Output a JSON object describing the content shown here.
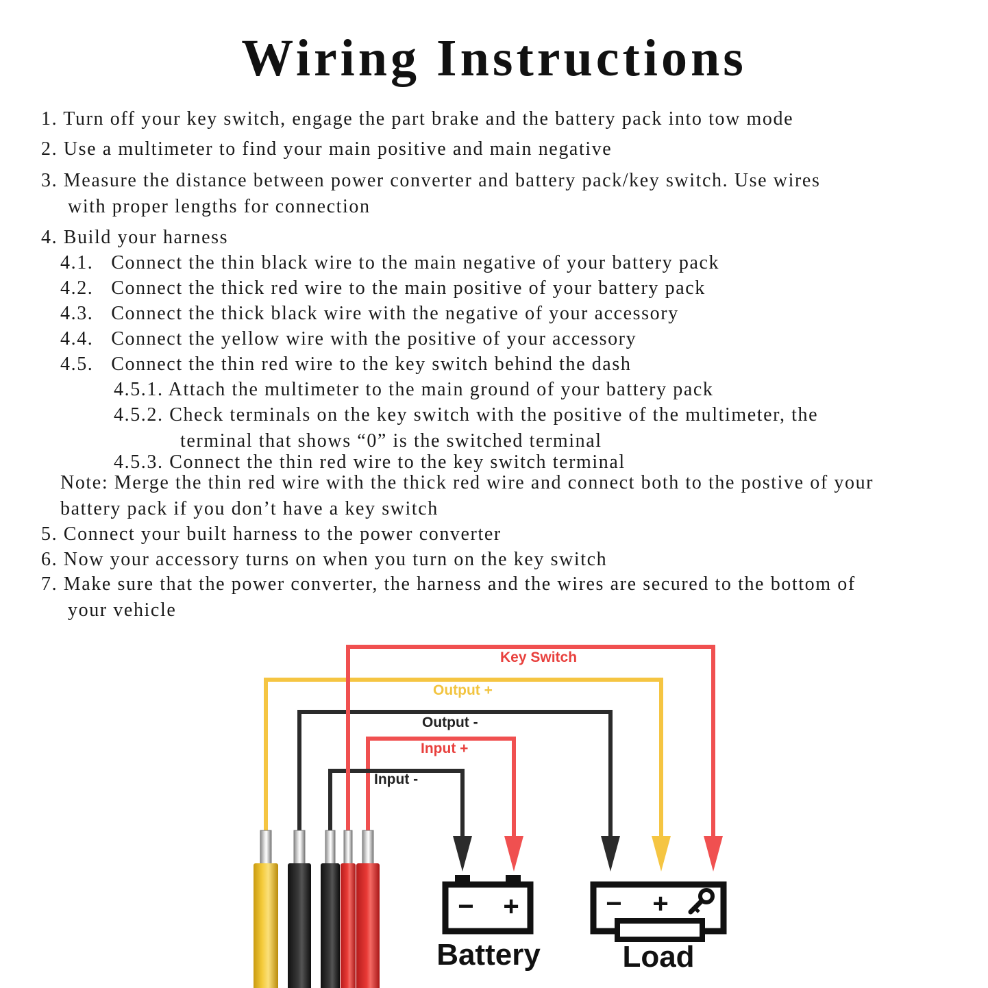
{
  "title": "Wiring Instructions",
  "steps": {
    "s1": "1. Turn off your key switch, engage the part brake and the battery pack into tow mode",
    "s2": "2. Use a multimeter to find your main positive and main negative",
    "s3a": "3. Measure the distance between power converter and battery pack/key switch. Use wires",
    "s3b": "with proper lengths for connection",
    "s4": "4. Build your harness",
    "s41": "4.1.   Connect the thin black wire to the main negative of your battery pack",
    "s42": "4.2.   Connect the thick red wire to the main positive of your battery pack",
    "s43": "4.3.   Connect the thick black wire with the negative of your accessory",
    "s44": "4.4.   Connect the yellow wire with the positive of your accessory",
    "s45": "4.5.   Connect the thin red wire to the key switch behind the dash",
    "s451": "4.5.1. Attach the multimeter to the main ground of your battery pack",
    "s452a": "4.5.2. Check terminals on the key switch with the positive of the multimeter, the",
    "s452b": "terminal that shows “0” is the switched terminal",
    "s453": "4.5.3. Connect the thin red wire to the key switch terminal",
    "note_a": "Note: Merge the thin red wire with the thick red wire and connect both to the postive of your",
    "note_b": "battery pack if you don’t have a key switch",
    "s5": "5. Connect your built harness to the power converter",
    "s6": "6. Now your accessory turns on when you turn on the key switch",
    "s7a": "7. Make sure that the power converter, the harness and the wires are secured to the bottom of",
    "s7b": "your vehicle"
  },
  "diagram": {
    "wires": {
      "key_switch": "Key Switch",
      "output_pos": "Output +",
      "output_neg": "Output -",
      "input_pos": "Input +",
      "input_neg": "Input -"
    },
    "battery": {
      "label": "Battery",
      "minus": "−",
      "plus": "+"
    },
    "load": {
      "label": "Load",
      "minus": "−",
      "plus": "+"
    },
    "colors": {
      "red": "#f05050",
      "yellow": "#f5c542",
      "black": "#2b2b2b",
      "yellow_label": "#f2c440",
      "red_label": "#e8403d"
    }
  }
}
